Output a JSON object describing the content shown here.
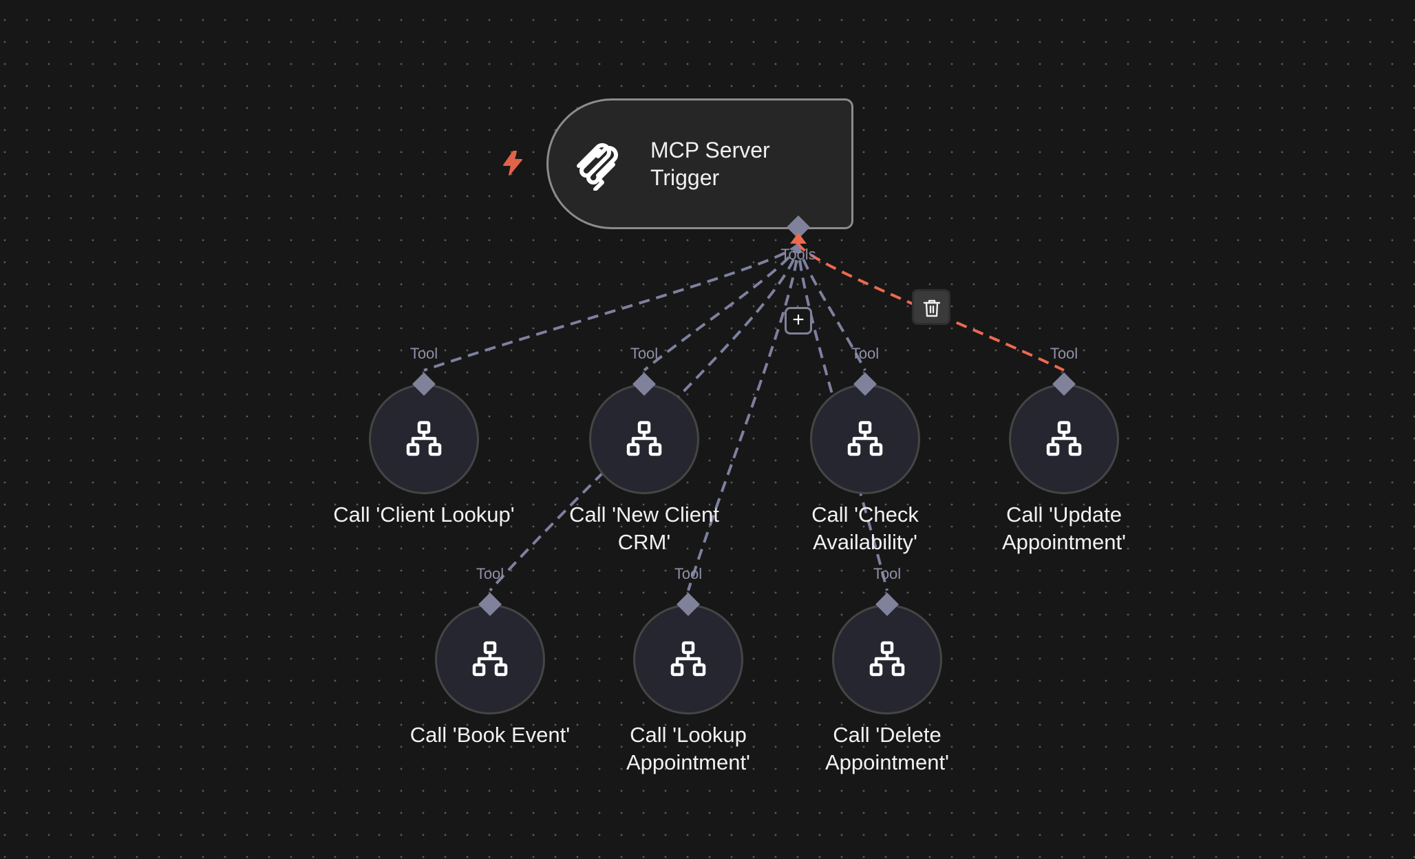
{
  "canvas": {
    "colors": {
      "background": "#171717",
      "edge": "#7e80a0",
      "edge_active": "#ec6a4e",
      "handle": "#80829c",
      "trigger_accent": "#ec6a4e"
    }
  },
  "trigger": {
    "title": "MCP Server Trigger",
    "icon": "mcp-icon",
    "badge_icon": "lightning-bolt-icon",
    "output_handle_label": "Tools"
  },
  "edge_actions": {
    "add_label": "+",
    "add_icon": "plus-icon",
    "delete_icon": "trash-icon"
  },
  "tools": [
    {
      "id": "client-lookup",
      "label": "Call 'Client Lookup'",
      "handle_label": "Tool",
      "icon": "sitemap-icon",
      "edge_active": false
    },
    {
      "id": "new-client-crm",
      "label": "Call 'New Client CRM'",
      "handle_label": "Tool",
      "icon": "sitemap-icon",
      "edge_active": false
    },
    {
      "id": "check-availability",
      "label": "Call 'Check Availability'",
      "handle_label": "Tool",
      "icon": "sitemap-icon",
      "edge_active": false
    },
    {
      "id": "update-appointment",
      "label": "Call 'Update Appointment'",
      "handle_label": "Tool",
      "icon": "sitemap-icon",
      "edge_active": true
    },
    {
      "id": "book-event",
      "label": "Call 'Book Event'",
      "handle_label": "Tool",
      "icon": "sitemap-icon",
      "edge_active": false
    },
    {
      "id": "lookup-appointment",
      "label": "Call 'Lookup Appointment'",
      "handle_label": "Tool",
      "icon": "sitemap-icon",
      "edge_active": false
    },
    {
      "id": "delete-appointment",
      "label": "Call 'Delete Appointment'",
      "handle_label": "Tool",
      "icon": "sitemap-icon",
      "edge_active": false
    }
  ]
}
